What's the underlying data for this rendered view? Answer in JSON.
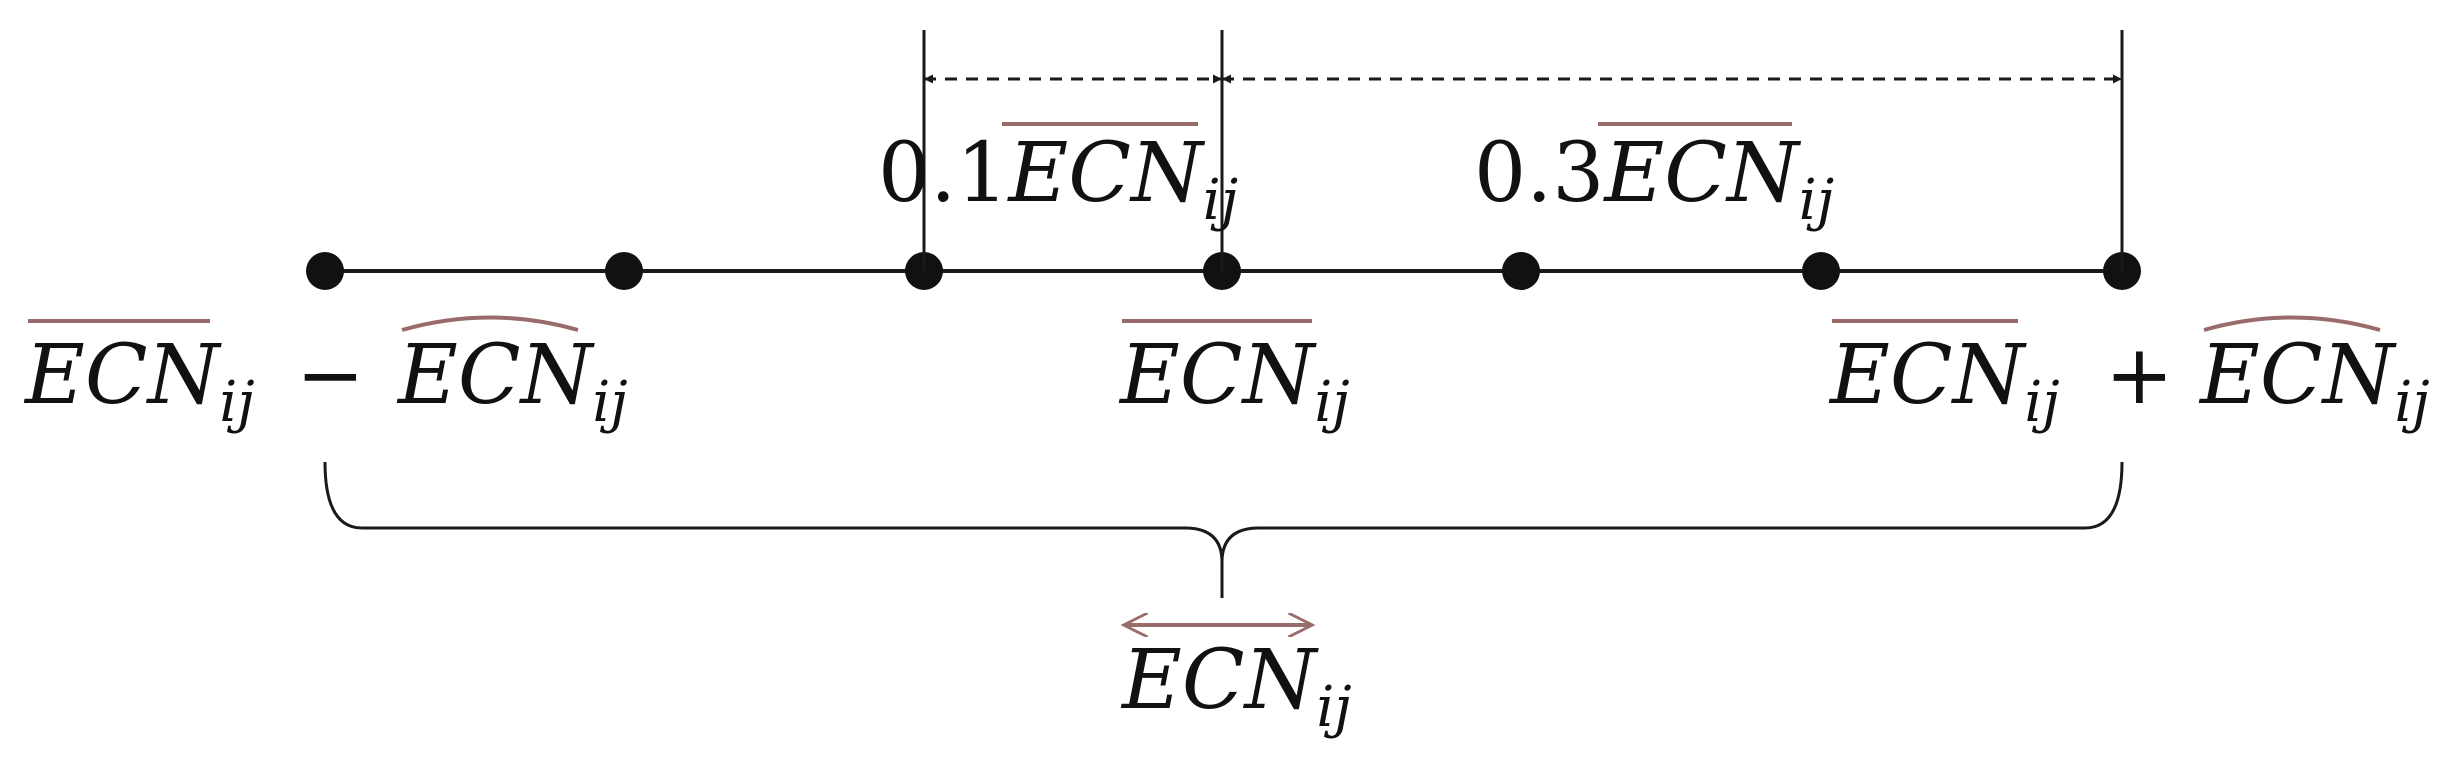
{
  "colors": {
    "line": "#1a1a1a",
    "accent": "#9a6b6b",
    "text": "#111111"
  },
  "labels": {
    "base": "ECN",
    "subscript": "ij",
    "minus": "−",
    "plus": "+",
    "coef_small": "0.1",
    "coef_large": "0.3"
  }
}
